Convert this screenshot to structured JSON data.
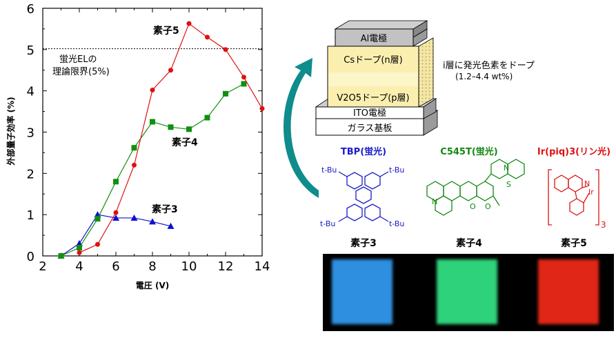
{
  "chart_data": {
    "type": "line",
    "xlabel": "電圧 (V)",
    "ylabel": "外部量子効率 (%)",
    "xlim": [
      2,
      14
    ],
    "ylim": [
      0,
      6
    ],
    "xticks": [
      2,
      4,
      6,
      8,
      10,
      12,
      14
    ],
    "yticks": [
      0,
      1,
      2,
      3,
      4,
      5,
      6
    ],
    "grid": false,
    "series": [
      {
        "name": "素子3",
        "color": "#1010d0",
        "marker": "triangle",
        "x": [
          3,
          4,
          5,
          6,
          7,
          8,
          9
        ],
        "y": [
          0.0,
          0.3,
          1.0,
          0.92,
          0.92,
          0.83,
          0.72
        ]
      },
      {
        "name": "素子4",
        "color": "#109010",
        "marker": "square",
        "x": [
          3,
          4,
          5,
          6,
          7,
          8,
          9,
          10,
          11,
          12,
          13
        ],
        "y": [
          0.0,
          0.2,
          0.9,
          1.8,
          2.62,
          3.25,
          3.12,
          3.07,
          3.35,
          3.93,
          4.17
        ]
      },
      {
        "name": "素子5",
        "color": "#e01010",
        "marker": "circle",
        "x": [
          4,
          5,
          6,
          7,
          8,
          9,
          10,
          11,
          12,
          13,
          14
        ],
        "y": [
          0.08,
          0.28,
          1.05,
          2.2,
          4.02,
          4.5,
          5.63,
          5.3,
          5.0,
          4.33,
          3.57
        ]
      }
    ],
    "reference_line": {
      "y": 5.02,
      "label_lines": [
        "蛍光ELの",
        "理論限界(5%)"
      ]
    }
  },
  "device": {
    "layers": [
      "Al電極",
      "Csドープ(n層)",
      "V2O5ドープ(p層)",
      "ITO電極",
      "ガラス基板"
    ],
    "i_layer_note": "i層に発光色素をドープ",
    "i_layer_range": "(1.2–4.4 wt%)"
  },
  "molecules": [
    {
      "name": "TBP(蛍光)",
      "color": "#1a1acc",
      "device": "素子3",
      "labels": [
        "t-Bu",
        "t-Bu",
        "t-Bu",
        "t-Bu"
      ]
    },
    {
      "name": "C545T(蛍光)",
      "color": "#118811",
      "device": "素子4",
      "labels": [
        "N",
        "S",
        "N",
        "O",
        "O"
      ]
    },
    {
      "name": "Ir(piq)3(リン光)",
      "color": "#dd1111",
      "device": "素子5",
      "labels": [
        "N",
        "Ir",
        "3"
      ]
    }
  ],
  "photo_colors": [
    "#2d8fe0",
    "#2fd27a",
    "#e02818"
  ]
}
